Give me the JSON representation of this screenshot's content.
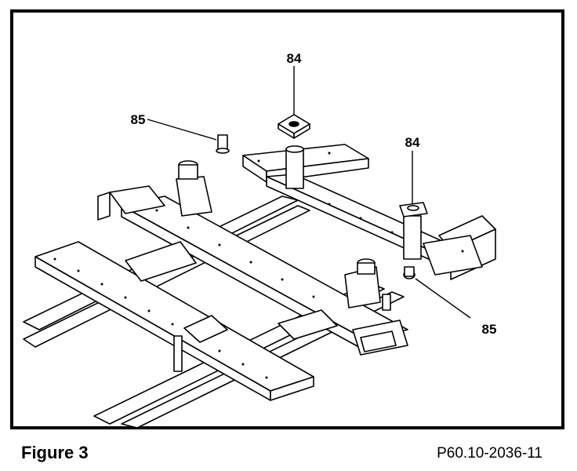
{
  "figure": {
    "caption": "Figure 3",
    "drawing_number": "P60.10-2036-11"
  },
  "callouts": {
    "c84_top": "84",
    "c84_right": "84",
    "c85_left": "85",
    "c85_right": "85"
  }
}
